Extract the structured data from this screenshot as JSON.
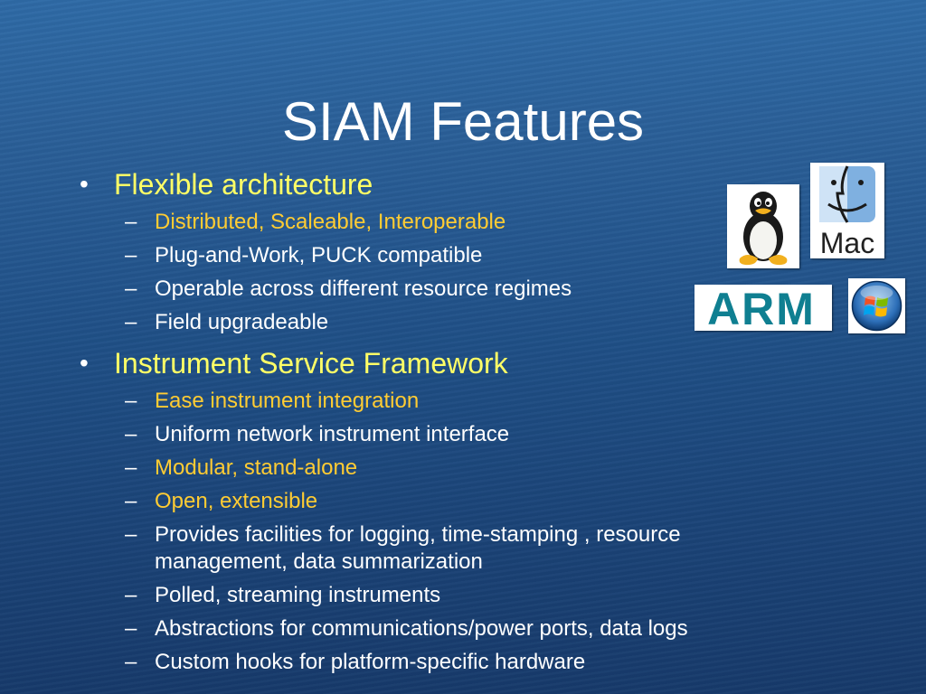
{
  "slide": {
    "title": "SIAM Features",
    "sections": [
      {
        "heading": "Flexible architecture",
        "items": [
          {
            "text": "Distributed, Scaleable, Interoperable",
            "highlight": true
          },
          {
            "text": "Plug-and-Work, PUCK compatible",
            "highlight": false
          },
          {
            "text": "Operable across different resource regimes",
            "highlight": false
          },
          {
            "text": "Field upgradeable",
            "highlight": false
          }
        ]
      },
      {
        "heading": "Instrument Service Framework",
        "items": [
          {
            "text": "Ease instrument integration",
            "highlight": true
          },
          {
            "text": "Uniform network instrument interface",
            "highlight": false
          },
          {
            "text": "Modular, stand-alone",
            "highlight": true
          },
          {
            "text": "Open, extensible",
            "highlight": true
          },
          {
            "text": "Provides facilities for logging, time-stamping , resource management, data summarization",
            "highlight": false
          },
          {
            "text": "Polled, streaming instruments",
            "highlight": false
          },
          {
            "text": "Abstractions for communications/power ports, data logs",
            "highlight": false
          },
          {
            "text": "Custom hooks for platform-specific hardware",
            "highlight": false
          }
        ]
      }
    ],
    "logos": {
      "linux": {
        "icon": "linux-tux-icon"
      },
      "mac": {
        "icon": "mac-finder-icon",
        "label": "Mac"
      },
      "arm": {
        "icon": "arm-logo-icon",
        "label": "ARM"
      },
      "windows": {
        "icon": "windows-logo-icon"
      }
    },
    "colors": {
      "title": "#ffffff",
      "level1_text": "#ffff66",
      "level2_text": "#ffffff",
      "highlight_text": "#ffcc33",
      "background": "#1f4f86",
      "arm_teal": "#0f7f91"
    }
  }
}
